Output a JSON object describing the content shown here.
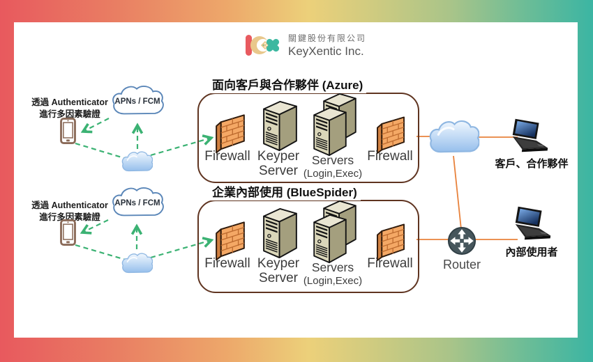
{
  "logo": {
    "company_zh": "關鍵股份有限公司",
    "company_en": "KeyXentic Inc."
  },
  "mfa_groups": [
    {
      "note_line1": "透過 Authenticator",
      "note_line2": "進行多因素驗證",
      "push_cloud_label": "APNs / FCM"
    },
    {
      "note_line1": "透過 Authenticator",
      "note_line2": "進行多因素驗證",
      "push_cloud_label": "APNs / FCM"
    }
  ],
  "zones": [
    {
      "title": "面向客戶與合作夥伴 (Azure)",
      "components": [
        {
          "label": "Firewall"
        },
        {
          "label": "Keyper Server"
        },
        {
          "label": "Servers",
          "sublabel": "(Login,Exec)"
        },
        {
          "label": "Firewall"
        }
      ]
    },
    {
      "title": "企業內部使用 (BlueSpider)",
      "components": [
        {
          "label": "Firewall"
        },
        {
          "label": "Keyper Server"
        },
        {
          "label": "Servers",
          "sublabel": "(Login,Exec)"
        },
        {
          "label": "Firewall"
        }
      ]
    }
  ],
  "network": {
    "router_label": "Router",
    "external_users_label": "客戶、合作夥伴",
    "internal_users_label": "內部使用者"
  },
  "colors": {
    "frame_gradient": [
      "#e8595e",
      "#eda76a",
      "#ecd07a",
      "#a9c489",
      "#3bb5a3"
    ],
    "zone_border": "#5f3420",
    "link_orange": "#e8823c",
    "flow_green": "#3bb273",
    "firewall_orange": "#f4a865",
    "server_khaki": "#dad6b9",
    "router_slate": "#46565c",
    "logo_red": "#e85a5f",
    "logo_tan": "#e9c88c",
    "logo_teal": "#3cb8a0"
  }
}
